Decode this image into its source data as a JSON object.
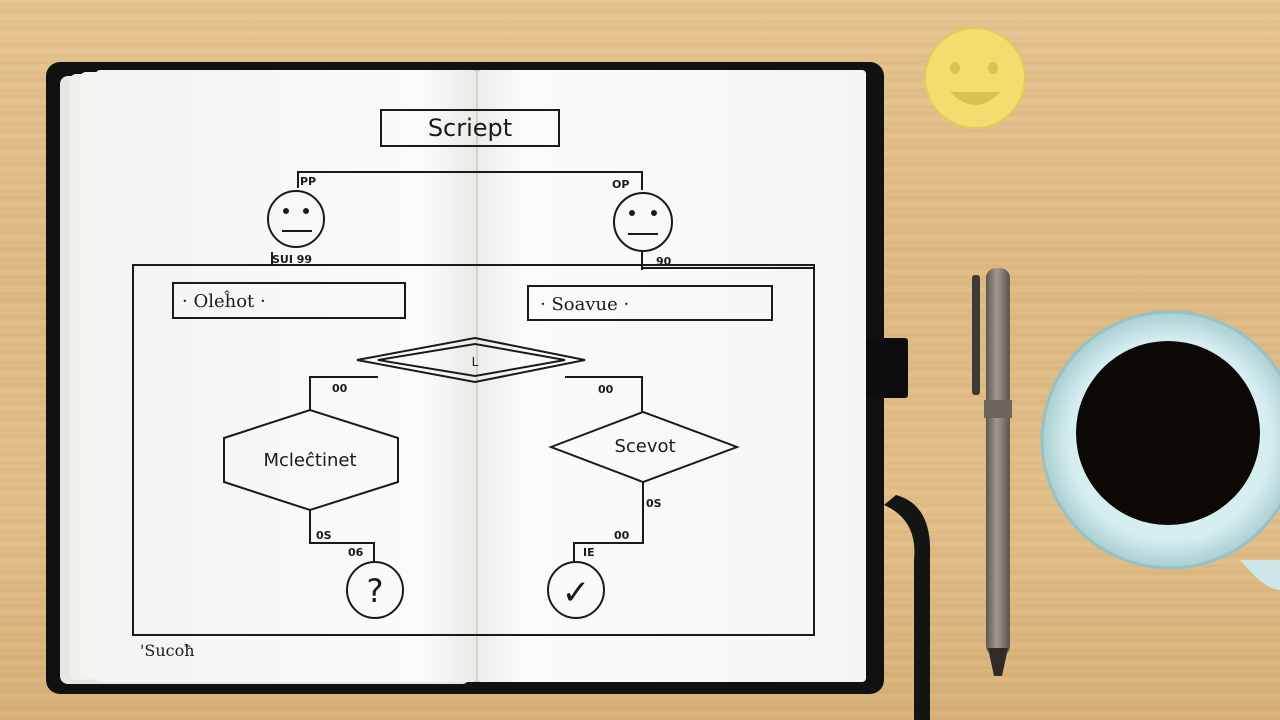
{
  "notebook": {
    "title": "Scriept",
    "box_left": "· Oleĥot ·",
    "box_right": "· Soavue ·",
    "decision_center": "L",
    "decision_left": "Mcleĉtinet",
    "decision_right": "Scevot",
    "footer_note": "'Sucoħ",
    "face_left_top": "PP",
    "face_left_bottom": "SUI  99",
    "face_right_top": "OP",
    "face_right_bottom": "90",
    "branch_left_top": "00",
    "branch_right_top": "00",
    "branch_left_mid": "0S",
    "branch_left_bottom": "06",
    "branch_right_mid": "0S",
    "branch_right_lower": "00",
    "branch_right_bottom": "IE",
    "symbol_question": "?",
    "symbol_check": "✓"
  },
  "colors": {
    "desk": "#e2bf8a",
    "cover": "#111111",
    "page": "#fbfbfa",
    "ink": "#1a1a1a",
    "sticker": "#f2de6e",
    "mug": "#bfe0e2",
    "coffee": "#0b0806",
    "pen": "#8a8176"
  }
}
